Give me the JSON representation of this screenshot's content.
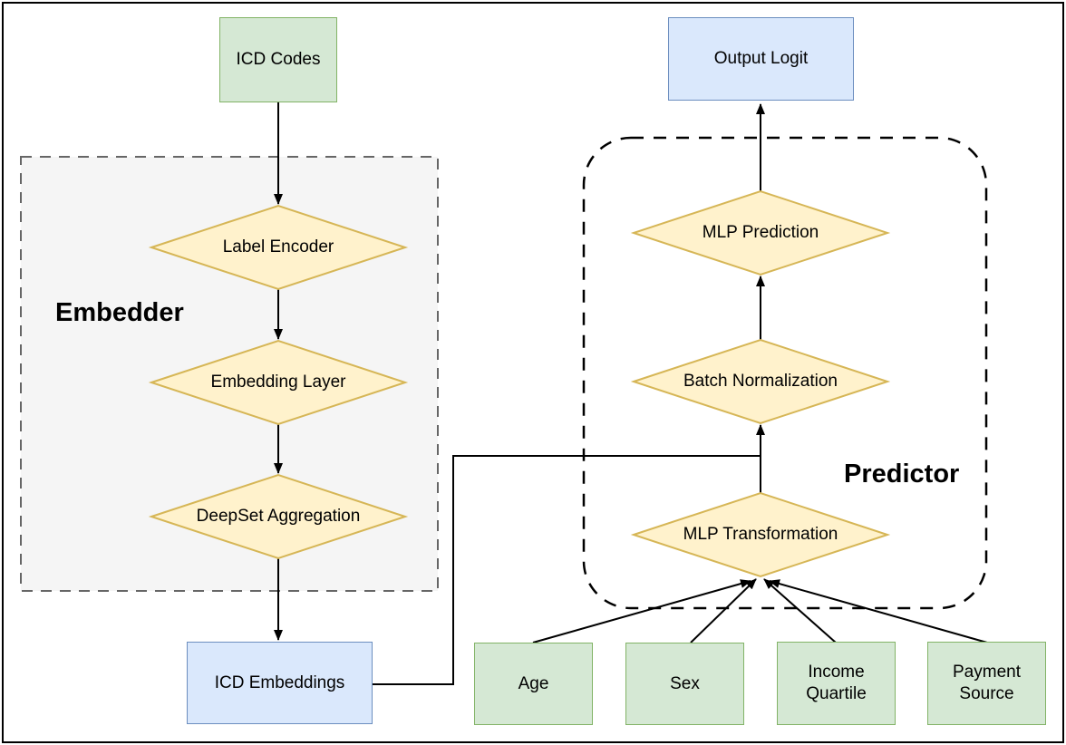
{
  "diagram": {
    "type": "flowchart",
    "containers": {
      "embedder": {
        "label": "Embedder"
      },
      "predictor": {
        "label": "Predictor"
      }
    },
    "nodes": {
      "icd_codes": {
        "label": "ICD Codes",
        "shape": "rectangle",
        "style": "green"
      },
      "label_encoder": {
        "label": "Label Encoder",
        "shape": "diamond",
        "style": "yellow",
        "container": "embedder"
      },
      "embedding_layer": {
        "label": "Embedding Layer",
        "shape": "diamond",
        "style": "yellow",
        "container": "embedder"
      },
      "deepset_aggregation": {
        "label": "DeepSet Aggregation",
        "shape": "diamond",
        "style": "yellow",
        "container": "embedder"
      },
      "icd_embeddings": {
        "label": "ICD Embeddings",
        "shape": "rectangle",
        "style": "blue"
      },
      "output_logit": {
        "label": "Output Logit",
        "shape": "rectangle",
        "style": "blue"
      },
      "mlp_prediction": {
        "label": "MLP Prediction",
        "shape": "diamond",
        "style": "yellow",
        "container": "predictor"
      },
      "batch_normalization": {
        "label": "Batch Normalization",
        "shape": "diamond",
        "style": "yellow",
        "container": "predictor"
      },
      "mlp_transformation": {
        "label": "MLP Transformation",
        "shape": "diamond",
        "style": "yellow",
        "container": "predictor"
      },
      "age": {
        "label": "Age",
        "shape": "rectangle",
        "style": "green"
      },
      "sex": {
        "label": "Sex",
        "shape": "rectangle",
        "style": "green"
      },
      "income_quartile": {
        "label": "Income Quartile",
        "shape": "rectangle",
        "style": "green"
      },
      "payment_source": {
        "label": "Payment Source",
        "shape": "rectangle",
        "style": "green"
      }
    },
    "edges": [
      {
        "from": "icd_codes",
        "to": "label_encoder"
      },
      {
        "from": "label_encoder",
        "to": "embedding_layer"
      },
      {
        "from": "embedding_layer",
        "to": "deepset_aggregation"
      },
      {
        "from": "deepset_aggregation",
        "to": "icd_embeddings"
      },
      {
        "from": "icd_embeddings",
        "to": "batch_normalization"
      },
      {
        "from": "mlp_transformation",
        "to": "batch_normalization"
      },
      {
        "from": "batch_normalization",
        "to": "mlp_prediction"
      },
      {
        "from": "mlp_prediction",
        "to": "output_logit"
      },
      {
        "from": "age",
        "to": "mlp_transformation"
      },
      {
        "from": "sex",
        "to": "mlp_transformation"
      },
      {
        "from": "income_quartile",
        "to": "mlp_transformation"
      },
      {
        "from": "payment_source",
        "to": "mlp_transformation"
      }
    ],
    "colors": {
      "green_fill": "#d5e8d4",
      "green_stroke": "#82b366",
      "blue_fill": "#dae8fc",
      "blue_stroke": "#6c8ebf",
      "diamond_fill": "#fff2cc",
      "diamond_stroke": "#d6b656",
      "embedder_fill": "#f5f5f5",
      "embedder_stroke": "#666666",
      "predictor_stroke": "#000000",
      "edge_color": "#000000",
      "frame_color": "#000000"
    }
  }
}
